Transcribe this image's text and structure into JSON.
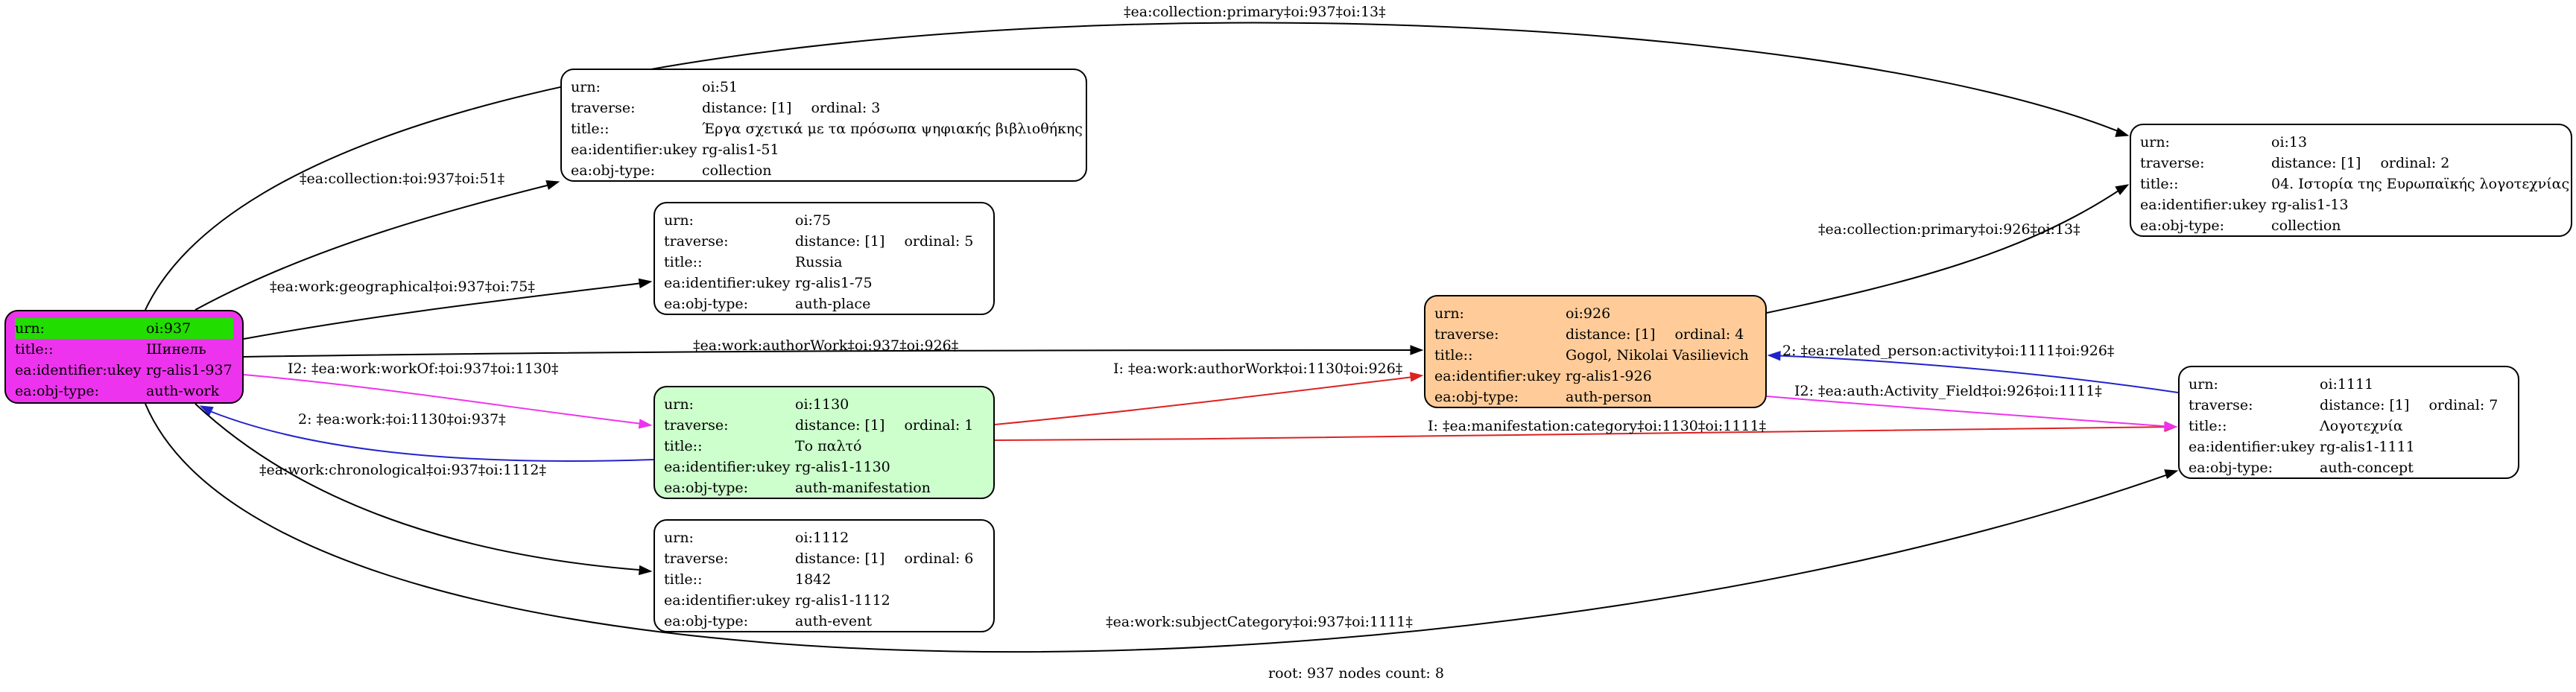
{
  "colors": {
    "root": "#ee33ee",
    "manifestation": "#ccffcc",
    "person": "#ffcc99",
    "urn_highlight": "#22dd00",
    "edge_default": "#000000",
    "edge_workOf": "#ee33ee",
    "edge_inverse": "#2222cc",
    "edge_red": "#dd2222"
  },
  "nodes": [
    {
      "id": "n937",
      "fill": "#ee33ee",
      "highlight_urn": true,
      "rows": [
        {
          "key": "urn:",
          "cells": [
            "oi:937"
          ]
        },
        {
          "key": "title::",
          "cells": [
            "Шинель"
          ]
        },
        {
          "key": "ea:identifier:ukey",
          "cells": [
            "rg-alis1-937"
          ]
        },
        {
          "key": "ea:obj-type:",
          "cells": [
            "auth-work"
          ]
        }
      ]
    },
    {
      "id": "n51",
      "fill": "#ffffff",
      "rows": [
        {
          "key": "urn:",
          "cells": [
            "oi:51"
          ]
        },
        {
          "key": "traverse:",
          "cells": [
            "distance: [1]",
            "ordinal: 3"
          ]
        },
        {
          "key": "title::",
          "cells": [
            "Έργα σχετικά με τα πρόσωπα ψηφιακής βιβλιοθήκης"
          ]
        },
        {
          "key": "ea:identifier:ukey",
          "cells": [
            "rg-alis1-51"
          ]
        },
        {
          "key": "ea:obj-type:",
          "cells": [
            "collection"
          ]
        }
      ]
    },
    {
      "id": "n75",
      "fill": "#ffffff",
      "rows": [
        {
          "key": "urn:",
          "cells": [
            "oi:75"
          ]
        },
        {
          "key": "traverse:",
          "cells": [
            "distance: [1]",
            "ordinal: 5"
          ]
        },
        {
          "key": "title::",
          "cells": [
            "Russia"
          ]
        },
        {
          "key": "ea:identifier:ukey",
          "cells": [
            "rg-alis1-75"
          ]
        },
        {
          "key": "ea:obj-type:",
          "cells": [
            "auth-place"
          ]
        }
      ]
    },
    {
      "id": "n1130",
      "fill": "#ccffcc",
      "rows": [
        {
          "key": "urn:",
          "cells": [
            "oi:1130"
          ]
        },
        {
          "key": "traverse:",
          "cells": [
            "distance: [1]",
            "ordinal: 1"
          ]
        },
        {
          "key": "title::",
          "cells": [
            "Το παλτό"
          ]
        },
        {
          "key": "ea:identifier:ukey",
          "cells": [
            "rg-alis1-1130"
          ]
        },
        {
          "key": "ea:obj-type:",
          "cells": [
            "auth-manifestation"
          ]
        }
      ]
    },
    {
      "id": "n1112",
      "fill": "#ffffff",
      "rows": [
        {
          "key": "urn:",
          "cells": [
            "oi:1112"
          ]
        },
        {
          "key": "traverse:",
          "cells": [
            "distance: [1]",
            "ordinal: 6"
          ]
        },
        {
          "key": "title::",
          "cells": [
            "1842"
          ]
        },
        {
          "key": "ea:identifier:ukey",
          "cells": [
            "rg-alis1-1112"
          ]
        },
        {
          "key": "ea:obj-type:",
          "cells": [
            "auth-event"
          ]
        }
      ]
    },
    {
      "id": "n926",
      "fill": "#ffcc99",
      "rows": [
        {
          "key": "urn:",
          "cells": [
            "oi:926"
          ]
        },
        {
          "key": "traverse:",
          "cells": [
            "distance: [1]",
            "ordinal: 4"
          ]
        },
        {
          "key": "title::",
          "cells": [
            "Gogol, Nikolai Vasilievich"
          ]
        },
        {
          "key": "ea:identifier:ukey",
          "cells": [
            "rg-alis1-926"
          ]
        },
        {
          "key": "ea:obj-type:",
          "cells": [
            "auth-person"
          ]
        }
      ]
    },
    {
      "id": "n13",
      "fill": "#ffffff",
      "rows": [
        {
          "key": "urn:",
          "cells": [
            "oi:13"
          ]
        },
        {
          "key": "traverse:",
          "cells": [
            "distance: [1]",
            "ordinal: 2"
          ]
        },
        {
          "key": "title::",
          "cells": [
            "04. Ιστορία της Ευρωπαϊκής λογοτεχνίας"
          ]
        },
        {
          "key": "ea:identifier:ukey",
          "cells": [
            "rg-alis1-13"
          ]
        },
        {
          "key": "ea:obj-type:",
          "cells": [
            "collection"
          ]
        }
      ]
    },
    {
      "id": "n1111",
      "fill": "#ffffff",
      "rows": [
        {
          "key": "urn:",
          "cells": [
            "oi:1111"
          ]
        },
        {
          "key": "traverse:",
          "cells": [
            "distance: [1]",
            "ordinal: 7"
          ]
        },
        {
          "key": "title::",
          "cells": [
            "Λογοτεχνία"
          ]
        },
        {
          "key": "ea:identifier:ukey",
          "cells": [
            "rg-alis1-1111"
          ]
        },
        {
          "key": "ea:obj-type:",
          "cells": [
            "auth-concept"
          ]
        }
      ]
    }
  ],
  "edges": [
    {
      "id": "e-coll-primary-13",
      "color": "#000000",
      "label": "‡ea:collection:primary‡oi:937‡oi:13‡"
    },
    {
      "id": "e-coll-51",
      "color": "#000000",
      "label": "‡ea:collection:‡oi:937‡oi:51‡"
    },
    {
      "id": "e-geo-75",
      "color": "#000000",
      "label": "‡ea:work:geographical‡oi:937‡oi:75‡"
    },
    {
      "id": "e-author-926",
      "color": "#000000",
      "label": "‡ea:work:authorWork‡oi:937‡oi:926‡"
    },
    {
      "id": "e-workof-1130",
      "color": "#ee33ee",
      "label": "I2: ‡ea:work:workOf:‡oi:937‡oi:1130‡"
    },
    {
      "id": "e-work-1130-937",
      "color": "#2222cc",
      "label": "2: ‡ea:work:‡oi:1130‡oi:937‡"
    },
    {
      "id": "e-chrono-1112",
      "color": "#000000",
      "label": "‡ea:work:chronological‡oi:937‡oi:1112‡"
    },
    {
      "id": "e-subject-1111",
      "color": "#000000",
      "label": "‡ea:work:subjectCategory‡oi:937‡oi:1111‡"
    },
    {
      "id": "e-auth-1130-926",
      "color": "#dd2222",
      "label": "I: ‡ea:work:authorWork‡oi:1130‡oi:926‡"
    },
    {
      "id": "e-manif-1130-1111",
      "color": "#dd2222",
      "label": "I: ‡ea:manifestation:category‡oi:1130‡oi:1111‡"
    },
    {
      "id": "e-coll-926-13",
      "color": "#000000",
      "label": "‡ea:collection:primary‡oi:926‡oi:13‡"
    },
    {
      "id": "e-related-1111-926",
      "color": "#2222cc",
      "label": "2: ‡ea:related_person:activity‡oi:1111‡oi:926‡"
    },
    {
      "id": "e-activity-926-1111",
      "color": "#ee33ee",
      "label": "I2: ‡ea:auth:Activity_Field‡oi:926‡oi:1111‡"
    }
  ],
  "footer": "root: 937 nodes count: 8"
}
